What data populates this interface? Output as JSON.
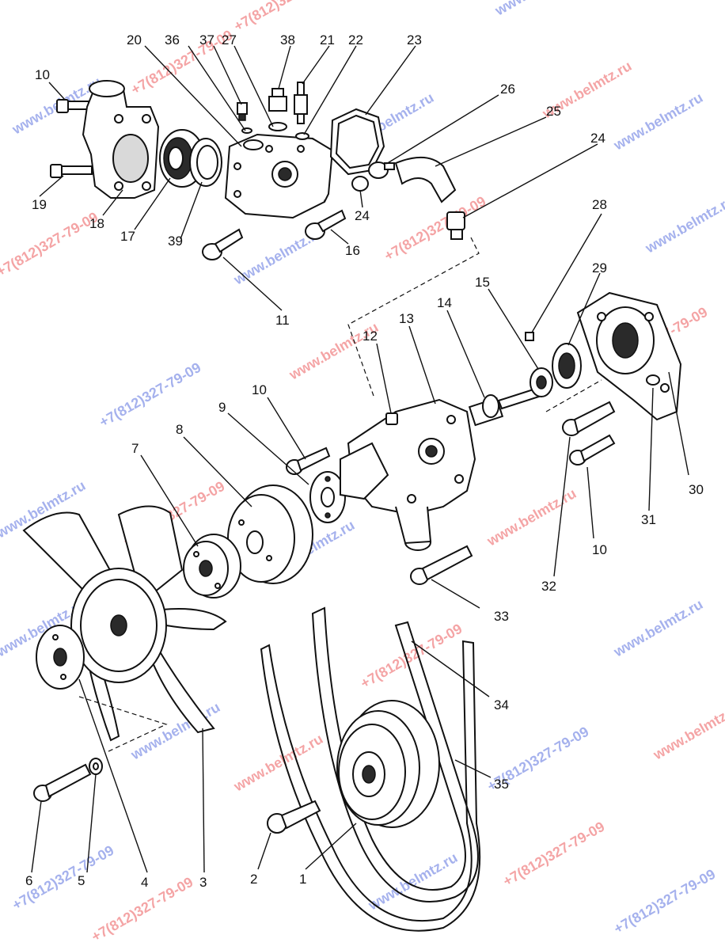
{
  "colors": {
    "ink": "#111111",
    "watermark_red": "#e8383a",
    "watermark_blue": "#3a55d8"
  },
  "watermarks": {
    "site": "www.belmtz.ru",
    "phone": "+7(812)327-79-09"
  },
  "callouts": {
    "c1": "1",
    "c2": "2",
    "c3": "3",
    "c4": "4",
    "c5": "5",
    "c6": "6",
    "c7": "7",
    "c8": "8",
    "c9": "9",
    "c10a": "10",
    "c10b": "10",
    "c10c": "10",
    "c11": "11",
    "c12": "12",
    "c13": "13",
    "c14": "14",
    "c15": "15",
    "c16": "16",
    "c17": "17",
    "c18": "18",
    "c19": "19",
    "c20": "20",
    "c21": "21",
    "c22": "22",
    "c23": "23",
    "c24a": "24",
    "c24b": "24",
    "c25": "25",
    "c26": "26",
    "c27": "27",
    "c28": "28",
    "c29": "29",
    "c30": "30",
    "c31": "31",
    "c32": "32",
    "c33": "33",
    "c34": "34",
    "c35": "35",
    "c36": "36",
    "c37": "37",
    "c38": "38",
    "c39": "39"
  }
}
